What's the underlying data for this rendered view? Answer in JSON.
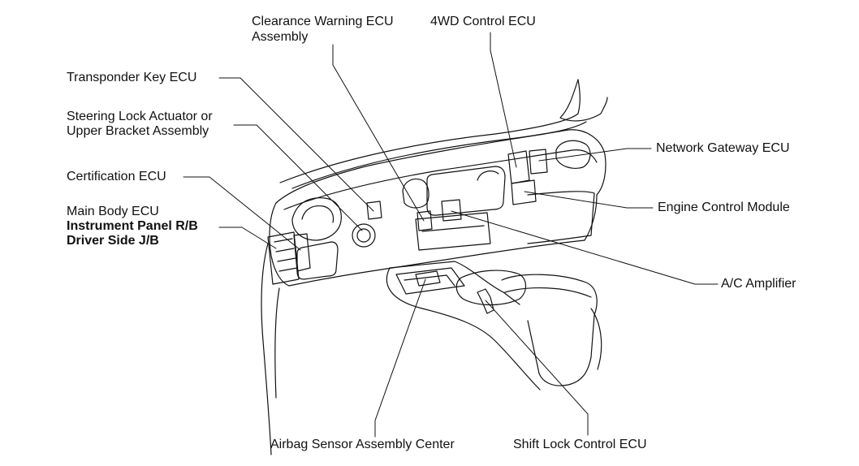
{
  "diagram": {
    "colors": {
      "ink": "#111111",
      "background": "#ffffff"
    },
    "labels": {
      "clearance_warning_ecu_line1": "Clearance Warning ECU",
      "clearance_warning_ecu_line2": "Assembly",
      "fwd_control_ecu": "4WD Control ECU",
      "transponder_key_ecu": "Transponder Key ECU",
      "steering_lock_line1": "Steering Lock Actuator or",
      "steering_lock_line2": "Upper Bracket Assembly",
      "certification_ecu": "Certification ECU",
      "main_body_ecu": "Main Body ECU",
      "instrument_panel_rb": "Instrument Panel R/B",
      "driver_side_jb": "Driver Side J/B",
      "network_gateway_ecu": "Network Gateway ECU",
      "engine_control_module": "Engine Control Module",
      "ac_amplifier": "A/C Amplifier",
      "airbag_sensor_assembly_center": "Airbag Sensor Assembly Center",
      "shift_lock_control_ecu": "Shift Lock Control ECU"
    }
  }
}
